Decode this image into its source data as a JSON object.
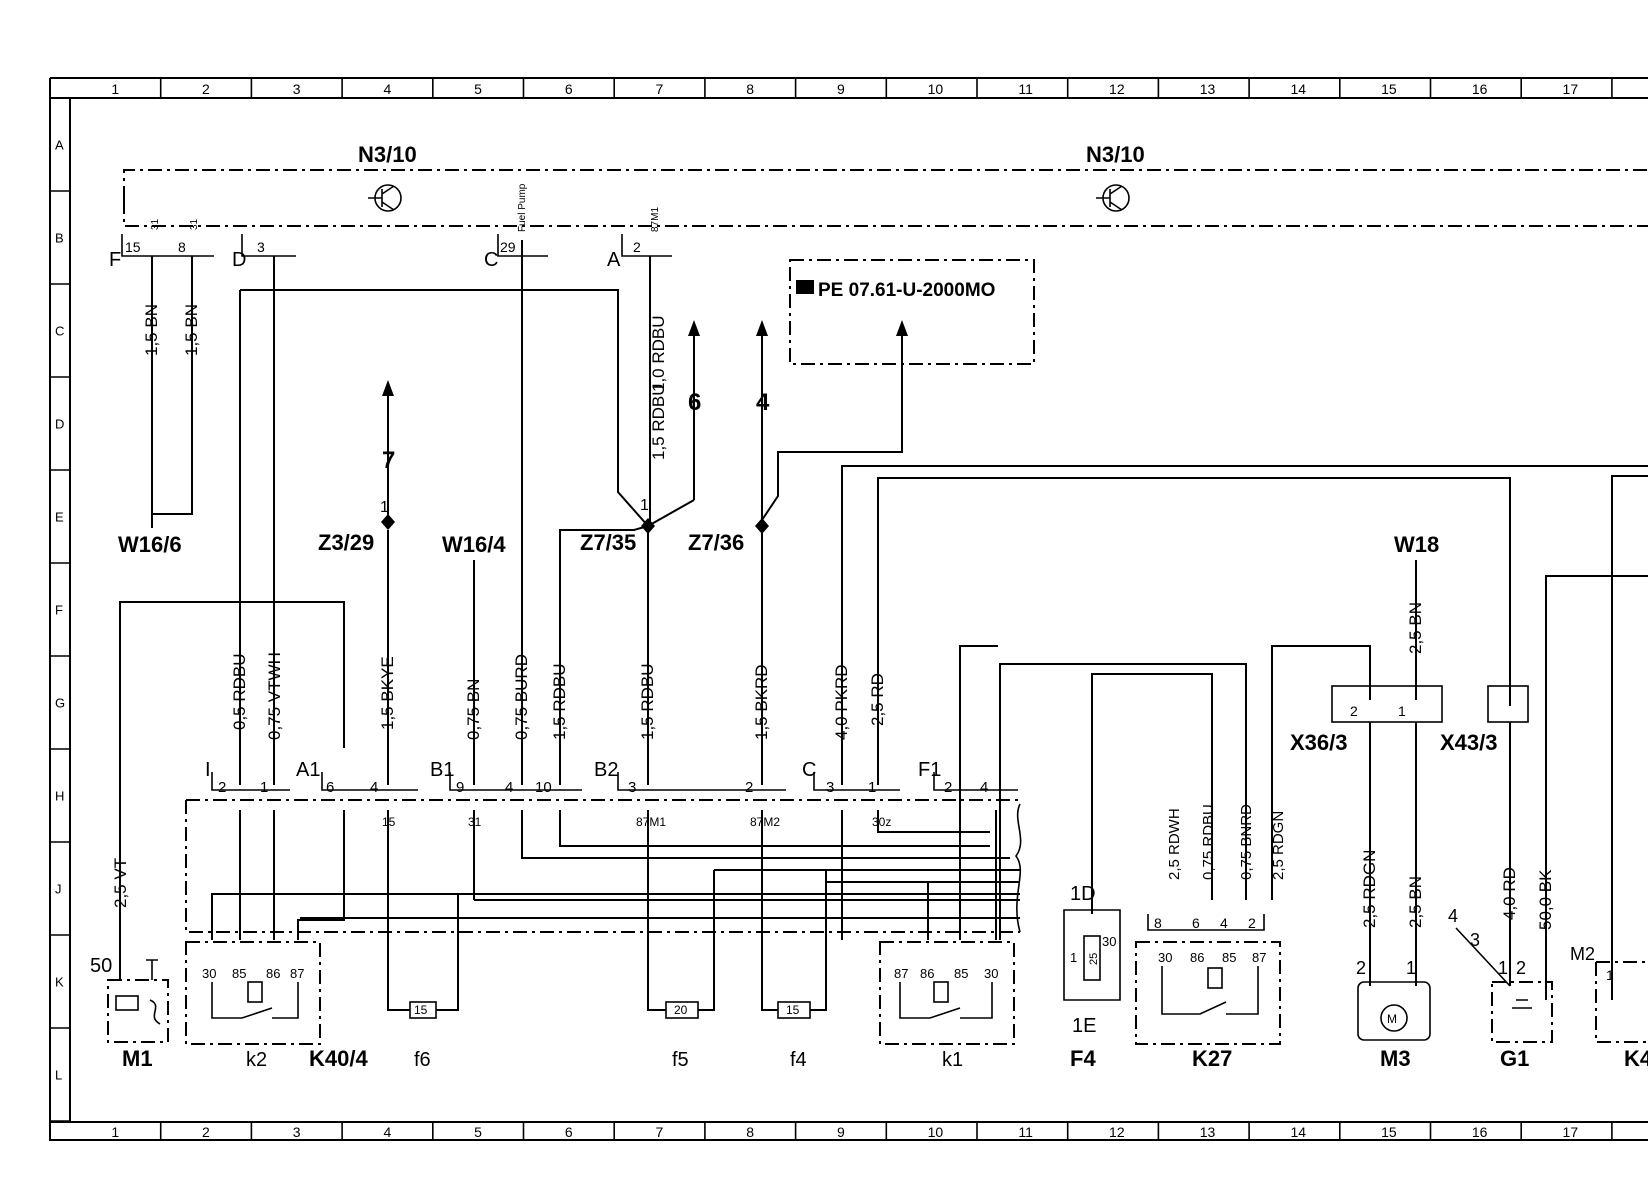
{
  "frame": {
    "columns": [
      "1",
      "2",
      "3",
      "4",
      "5",
      "6",
      "7",
      "8",
      "9",
      "10",
      "11",
      "12",
      "13",
      "14",
      "15",
      "16",
      "17"
    ],
    "rows": [
      "A",
      "B",
      "C",
      "D",
      "E",
      "F",
      "G",
      "H",
      "J",
      "K",
      "L"
    ]
  },
  "control_unit": {
    "label_left": "N3/10",
    "label_right": "N3/10",
    "connectors": [
      {
        "id": "F",
        "pins": [
          "15",
          "8"
        ],
        "tags": [
          "31",
          "31"
        ]
      },
      {
        "id": "D",
        "pins": [
          "3"
        ],
        "tags": []
      },
      {
        "id": "C",
        "pins": [
          "29"
        ],
        "tags": [
          "Fuel Pump"
        ]
      },
      {
        "id": "A",
        "pins": [
          "2"
        ],
        "tags": [
          "87M1"
        ]
      }
    ]
  },
  "reference": {
    "icon": "reference-book-icon",
    "text": "PE 07.61-U-2000MO"
  },
  "arrows": {
    "left": "7",
    "mid": "6",
    "right": "4"
  },
  "splices": [
    {
      "label": "Z3/29",
      "pin": "1"
    },
    {
      "label": "Z7/35",
      "pin": "1"
    },
    {
      "label": "Z7/36",
      "pin": ""
    }
  ],
  "grounds": [
    "W16/6",
    "W16/4",
    "W18"
  ],
  "wires": {
    "f_15": "1,5 BN",
    "f_8": "1,5 BN",
    "a_2": "1,0 RDBU",
    "a_alt": "1,5 RDBU",
    "m1": "2,5 VT",
    "k40_i2": "0,5 RDBU",
    "k40_i1": "0,75 VTWH",
    "k40_a1_4": "1,5 BKYE",
    "k40_b1_9": "0,75 BN",
    "k40_b1_4": "0,75 BURD",
    "k40_b1_10": "1,5 RDBU",
    "k40_b2_3": "1,5 RDBU",
    "k40_b2_2": "1,5 BKRD",
    "k40_c_3": "4,0 PKRD",
    "k40_c_1": "2,5 RD",
    "k27_8": "2,5 RDWH",
    "k27_6": "0,75 RDBU",
    "k27_4": "0,75 BNRD",
    "k27_2": "2,5 RDGN",
    "w18": "2,5 BN",
    "m3_2": "2,5 RDGN",
    "m3_1": "2,5 BN",
    "g1_1": "4,0 RD",
    "k4_bk": "50,0 BK"
  },
  "k40_plugs": [
    {
      "id": "I",
      "pins": [
        "2",
        "1"
      ]
    },
    {
      "id": "A1",
      "pins": [
        "6",
        "4"
      ]
    },
    {
      "id": "B1",
      "pins": [
        "9",
        "4",
        "10"
      ]
    },
    {
      "id": "B2",
      "pins": [
        "3",
        "2"
      ]
    },
    {
      "id": "C",
      "pins": [
        "3",
        "1"
      ]
    },
    {
      "id": "F1",
      "pins": [
        "2",
        "4"
      ]
    }
  ],
  "k40_terms": [
    "15",
    "31",
    "87M1",
    "87M2",
    "30z"
  ],
  "relays": {
    "k2": {
      "label": "k2",
      "pins": [
        "30",
        "85",
        "86",
        "87"
      ]
    },
    "k1": {
      "label": "k1",
      "pins": [
        "87",
        "86",
        "85",
        "30"
      ]
    }
  },
  "fuses": [
    {
      "label": "f6",
      "value": "15"
    },
    {
      "label": "f5",
      "value": "20"
    },
    {
      "label": "f4",
      "value": "15"
    }
  ],
  "components": {
    "m1": {
      "label": "M1",
      "terminal": "50"
    },
    "k40": {
      "label": "K40/4"
    },
    "f4": {
      "label": "F4",
      "top": "1D",
      "bottom": "1E",
      "pin_a": "1",
      "pin_b": "30",
      "value": "25"
    },
    "k27": {
      "label": "K27",
      "pins": [
        "8",
        "6",
        "4",
        "2"
      ],
      "terms": [
        "30",
        "86",
        "85",
        "87"
      ]
    },
    "x36": {
      "label": "X36/3",
      "pins": [
        "2",
        "1"
      ]
    },
    "x43": {
      "label": "X43/3"
    },
    "m3": {
      "label": "M3",
      "pins": [
        "2",
        "1"
      ]
    },
    "g1": {
      "label": "G1",
      "pins": [
        "4",
        "3",
        "1",
        "2"
      ]
    },
    "k4": {
      "label": "K4",
      "plug": "M2",
      "pin": "1"
    }
  }
}
